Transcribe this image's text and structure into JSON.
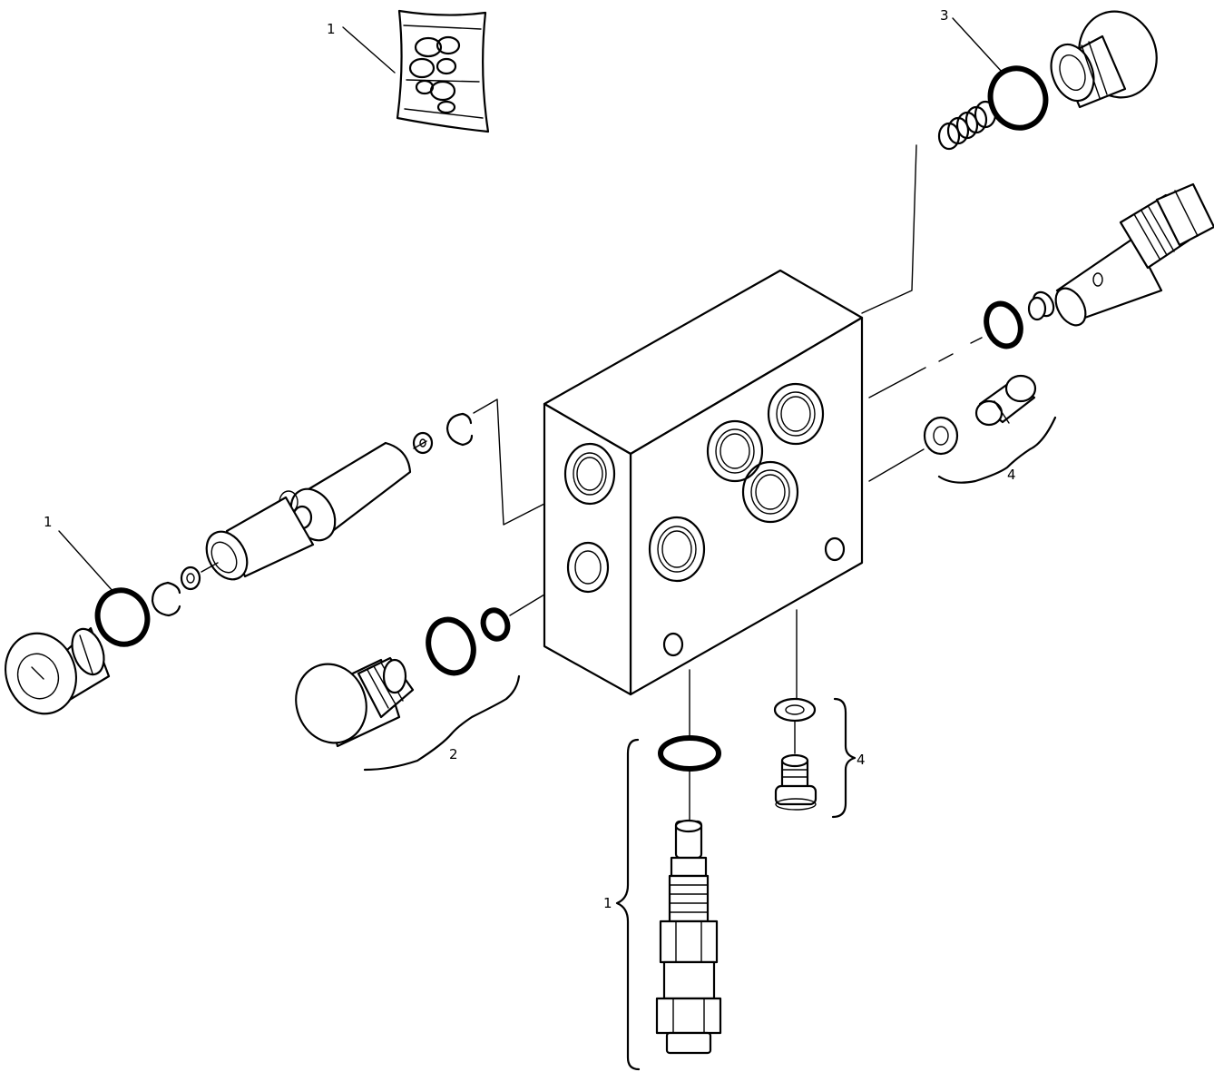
{
  "callouts": {
    "seal_kit": "1",
    "orings_top_right": "3",
    "orings_left": "1",
    "plugs_right": "4",
    "valve_left_bottom": "2",
    "valve_bottom": "1",
    "plugs_bottom": "4"
  },
  "colors": {
    "ink": "#000000",
    "paper": "#ffffff"
  }
}
